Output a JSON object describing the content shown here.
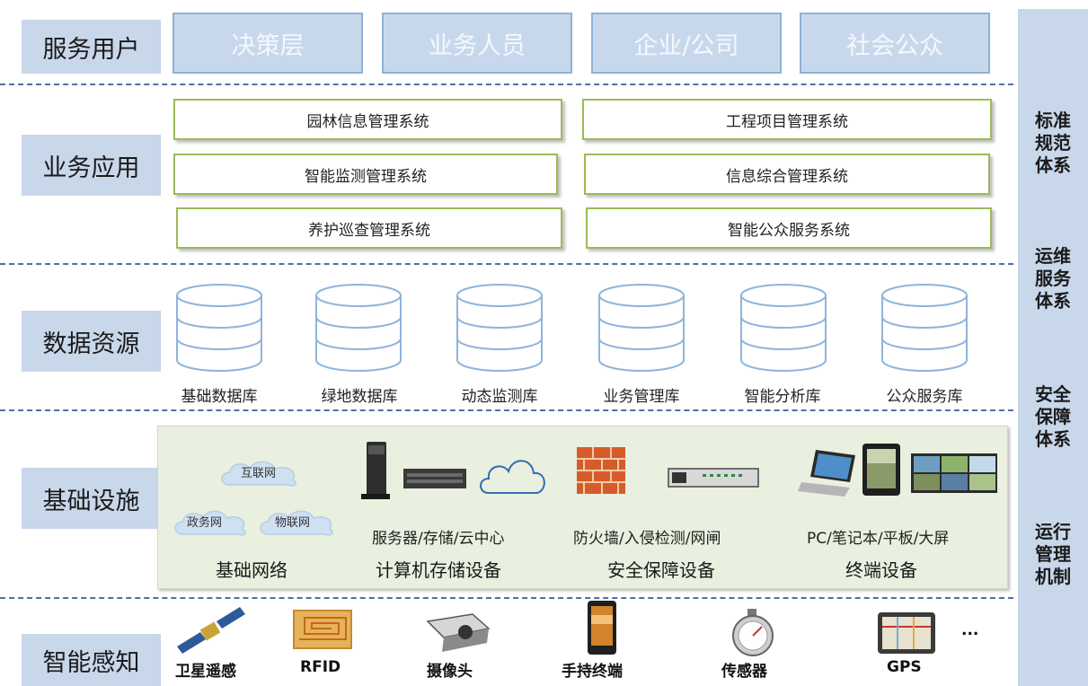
{
  "layers": {
    "users": "服务用户",
    "apps": "业务应用",
    "data": "数据资源",
    "infra": "基础设施",
    "sensing": "智能感知"
  },
  "users": [
    "决策层",
    "业务人员",
    "企业/公司",
    "社会公众"
  ],
  "apps": {
    "left": [
      "园林信息管理系统",
      "智能监测管理系统",
      "养护巡查管理系统"
    ],
    "right": [
      "工程项目管理系统",
      "信息综合管理系统",
      "智能公众服务系统"
    ]
  },
  "databases": [
    "基础数据库",
    "绿地数据库",
    "动态监测库",
    "业务管理库",
    "智能分析库",
    "公众服务库"
  ],
  "infra": {
    "clouds": [
      "互联网",
      "政务网",
      "物联网"
    ],
    "network": "基础网络",
    "servers": "服务器/存储/云中心",
    "computing": "计算机存储设备",
    "firewall": "防火墙/入侵检测/网闸",
    "security": "安全保障设备",
    "terminals": "PC/笔记本/平板/大屏",
    "terminal_devices": "终端设备"
  },
  "right_systems": [
    "标准\n规范\n体系",
    "运维\n服务\n体系",
    "安全\n保障\n体系",
    "运行\n管理\n机制"
  ],
  "sensing": [
    "卫星遥感",
    "RFID",
    "摄像头",
    "手持终端",
    "传感器",
    "GPS"
  ],
  "sensing_more": "...",
  "colors": {
    "label_bg": "#c9d7ea",
    "user_box": "#c8d8ec",
    "app_border": "#9bbb59",
    "db_stroke": "#8eb4dc",
    "infra_bg": "#eaf0df",
    "dash": "#4f6fa6"
  }
}
